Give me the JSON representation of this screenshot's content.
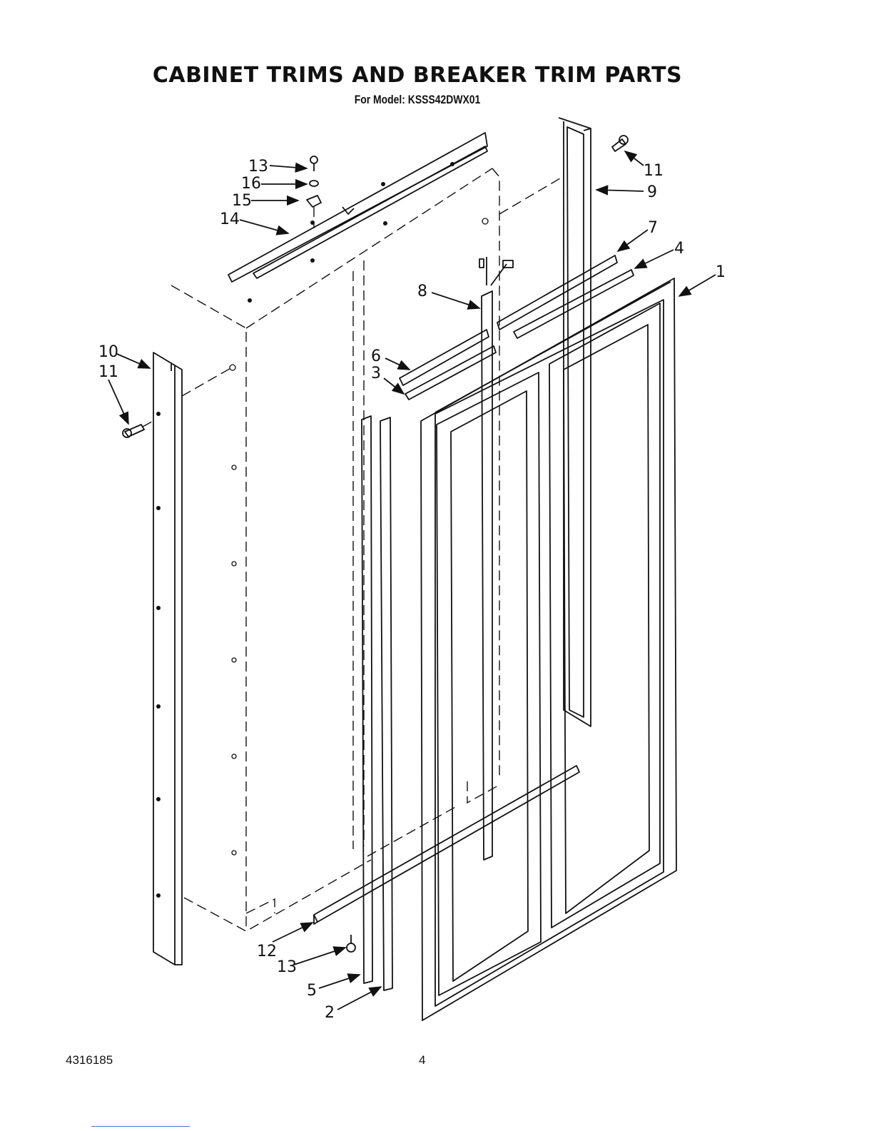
{
  "title": "CABINET TRIMS AND BREAKER TRIM PARTS",
  "subtitle": "For Model: KSSS42DWX01",
  "footer": {
    "doc_number": "4316185",
    "page_number": "4"
  },
  "callouts": [
    "1",
    "2",
    "3",
    "4",
    "5",
    "6",
    "7",
    "8",
    "9",
    "10",
    "11",
    "11",
    "12",
    "13",
    "13",
    "14",
    "15",
    "16"
  ]
}
